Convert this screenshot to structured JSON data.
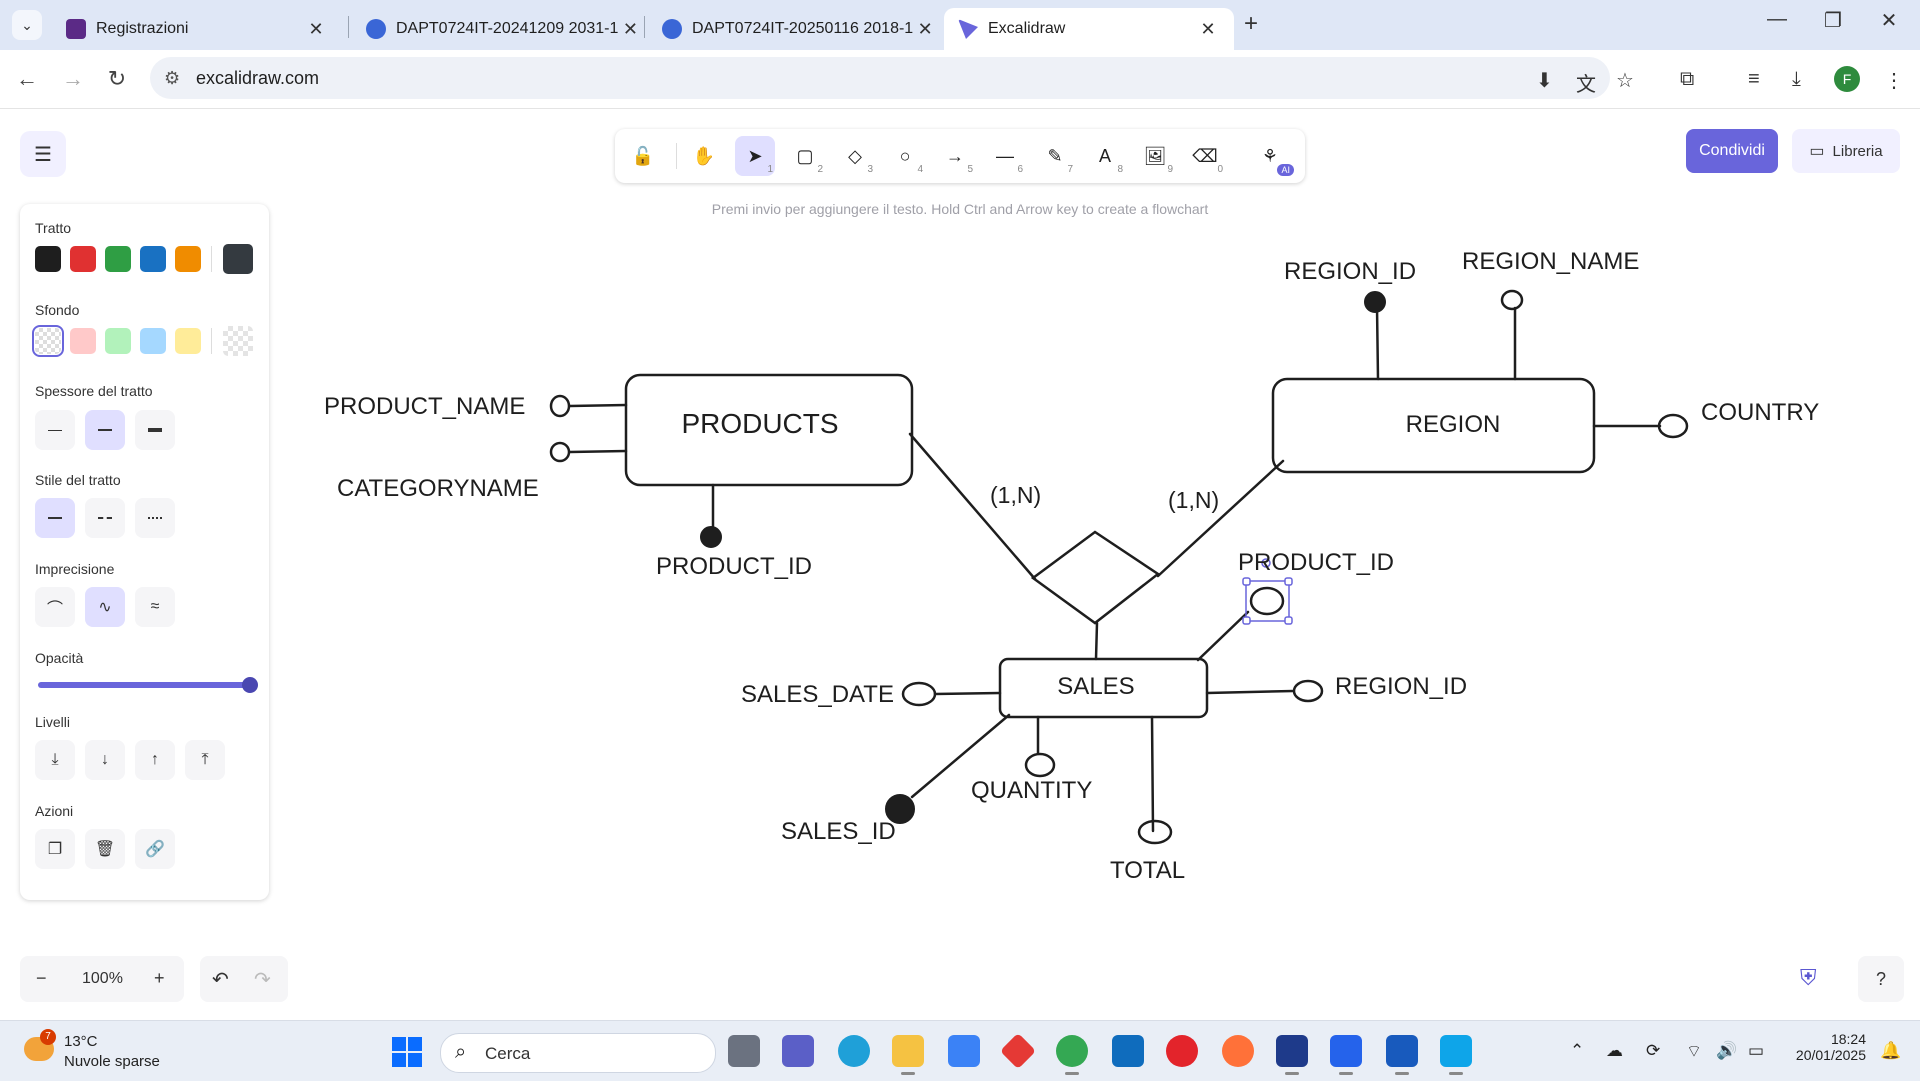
{
  "browser": {
    "tabs": [
      {
        "title": "Registrazioni",
        "icon": "registrazioni-favicon"
      },
      {
        "title": "DAPT0724IT-20241209 2031-1",
        "icon": "loop-favicon"
      },
      {
        "title": "DAPT0724IT-20250116 2018-1",
        "icon": "loop-favicon"
      },
      {
        "title": "Excalidraw",
        "icon": "excalidraw-favicon"
      }
    ],
    "close_glyph": "✕",
    "new_tab_glyph": "+",
    "url": "excalidraw.com",
    "profile_initial": "F"
  },
  "app": {
    "toolbar": {
      "tools": [
        {
          "name": "lock",
          "glyph": "🔓",
          "key": ""
        },
        {
          "name": "hand",
          "glyph": "✋",
          "key": ""
        },
        {
          "name": "selection",
          "glyph": "➤",
          "key": "1"
        },
        {
          "name": "rectangle",
          "glyph": "▢",
          "key": "2"
        },
        {
          "name": "diamond",
          "glyph": "◇",
          "key": "3"
        },
        {
          "name": "ellipse",
          "glyph": "○",
          "key": "4"
        },
        {
          "name": "arrow",
          "glyph": "→",
          "key": "5"
        },
        {
          "name": "line",
          "glyph": "—",
          "key": "6"
        },
        {
          "name": "draw",
          "glyph": "✎",
          "key": "7"
        },
        {
          "name": "text",
          "glyph": "A",
          "key": "8"
        },
        {
          "name": "image",
          "glyph": "🖼",
          "key": "9"
        },
        {
          "name": "eraser",
          "glyph": "⌫",
          "key": "0"
        },
        {
          "name": "more-tools",
          "glyph": "⚘",
          "key": ""
        }
      ],
      "ai_badge": "AI"
    },
    "hint": "Premi invio per aggiungere il testo. Hold Ctrl and Arrow key to create a flowchart",
    "share_label": "Condividi",
    "library_label": "Libreria",
    "properties": {
      "stroke_label": "Tratto",
      "stroke_colors": [
        "#1e1e1e",
        "#e03131",
        "#2f9e44",
        "#1971c2",
        "#f08c00"
      ],
      "stroke_current": "#343a40",
      "background_label": "Sfondo",
      "background_colors": [
        "transparent",
        "#ffc9c9",
        "#b2f2bb",
        "#a5d8ff",
        "#ffec99"
      ],
      "stroke_width_label": "Spessore del tratto",
      "stroke_style_label": "Stile del tratto",
      "sloppiness_label": "Imprecisione",
      "opacity_label": "Opacità",
      "opacity_value": 100,
      "layers_label": "Livelli",
      "actions_label": "Azioni"
    },
    "zoom": {
      "minus": "−",
      "value": "100%",
      "plus": "+"
    },
    "undo_glyph": "↶",
    "redo_glyph": "↷",
    "help_glyph": "?"
  },
  "diagram": {
    "entities": [
      "PRODUCTS",
      "REGION",
      "SALES"
    ],
    "relationship_cardinalities": [
      "(1,N)",
      "(1,N)"
    ],
    "attributes": {
      "products": [
        "PRODUCT_NAME",
        "CATEGORYNAME",
        "PRODUCT_ID"
      ],
      "region": [
        "REGION_ID",
        "REGION_NAME",
        "COUNTRY"
      ],
      "sales": [
        "PRODUCT_ID",
        "SALES_DATE",
        "REGION_ID",
        "QUANTITY",
        "SALES_ID",
        "TOTAL"
      ]
    },
    "stroke_color": "#1e1e1e",
    "selection_color": "#6965db"
  },
  "taskbar": {
    "weather_badge": "7",
    "temperature": "13°C",
    "weather_desc": "Nuvole sparse",
    "search_placeholder": "Cerca",
    "time": "18:24",
    "date": "20/01/2025"
  }
}
